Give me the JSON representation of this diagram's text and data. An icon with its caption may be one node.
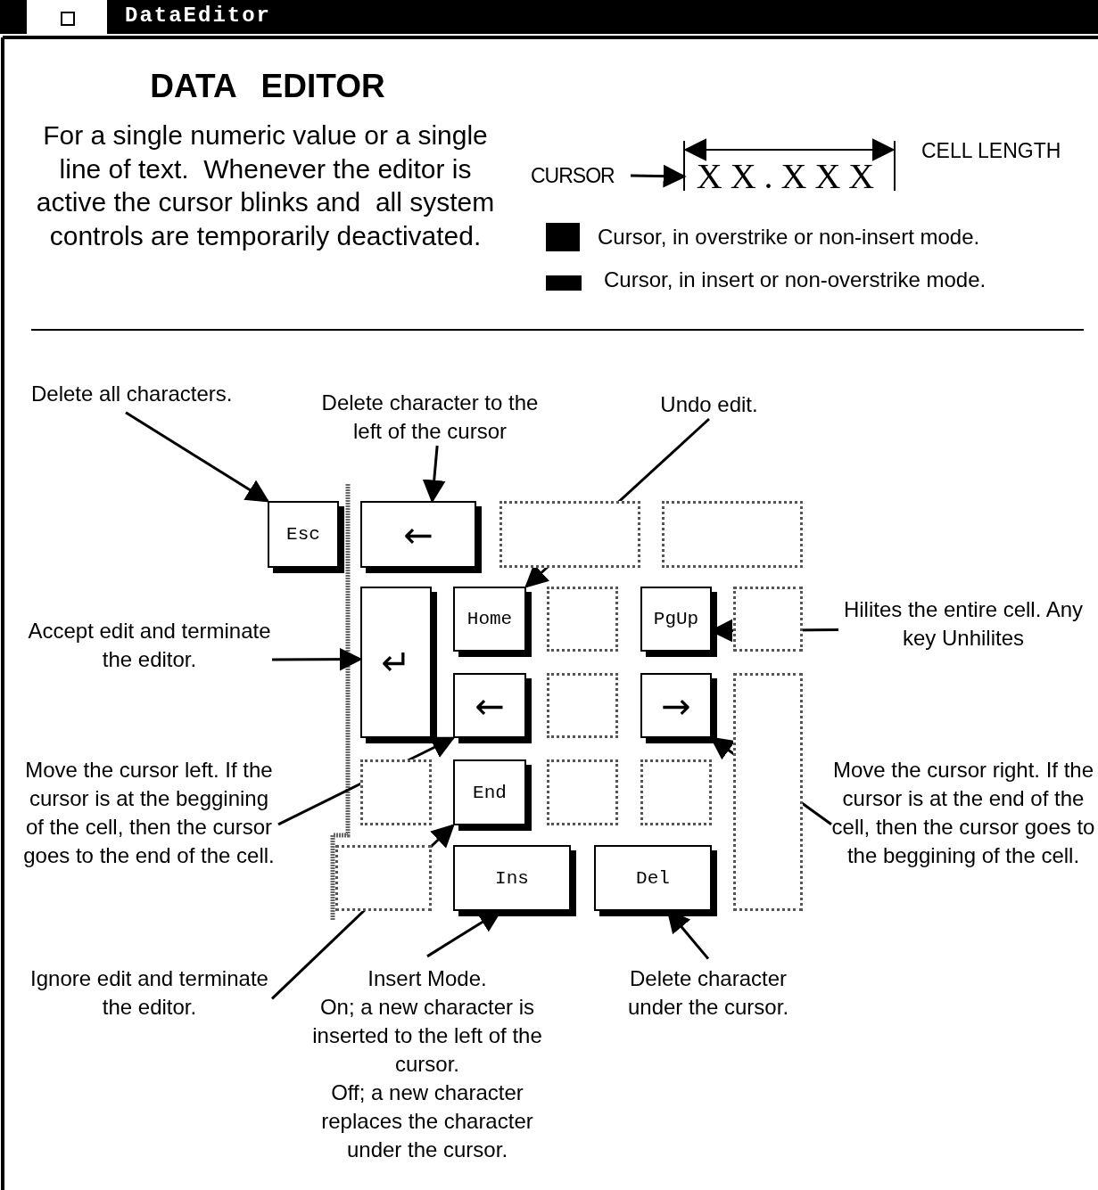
{
  "diagram": {
    "title": "DATA EDITOR",
    "nodes": [
      {
        "text": [
          "CURSOR"
        ]
      },
      {
        "text": [
          "XX.XXX"
        ]
      },
      {
        "text": [
          "Delete all characters."
        ]
      },
      {
        "text": [
          "Delete character to the left of the cursor"
        ]
      },
      {
        "text": [
          "Undo edit."
        ]
      },
      {
        "text": [
          "Esc"
        ]
      },
      {
        "text": [
          "←"
        ]
      },
      {
        "text": [],
        "shape": "box"
      },
      {
        "text": [],
        "shape": "box"
      },
      {
        "text": [
          "↵"
        ]
      },
      {
        "text": [
          "Home"
        ]
      },
      {
        "text": [],
        "shape": "box"
      },
      {
        "text": [
          "PgUp"
        ]
      },
      {
        "text": [],
        "shape": "box"
      },
      {
        "text": [
          "←"
        ]
      },
      {
        "text": [],
        "shape": "box"
      },
      {
        "text": [
          "→"
        ]
      },
      {
        "text": [],
        "shape": "box"
      },
      {
        "text": [],
        "shape": "box"
      },
      {
        "text": [
          "End"
        ]
      },
      {
        "text": [],
        "shape": "box"
      },
      {
        "text": [],
        "shape": "box"
      },
      {
        "text": [],
        "shape": "box"
      },
      {
        "text": [
          "Ins"
        ]
      },
      {
        "text": [
          "Del"
        ]
      },
      {
        "text": [
          "Hilites the entire cell. Any key Unhilites"
        ]
      },
      {
        "text": [
          "Accept edit and terminate the editor."
        ]
      },
      {
        "text": [
          "Move the cursor left. If the cursor is at the beggining of the cell, then the cursor goes to the end of the cell."
        ]
      },
      {
        "text": [
          "Move the cursor right. If the cursor is at the end of the cell, then the cursor goes to the beggining of the cell."
        ]
      },
      {
        "text": [
          "Ignore edit and terminate the editor."
        ]
      },
      {
        "text": [
          "Insert Mode.",
          "On; a new character is inserted to the left of the cursor.",
          "Off; a new character replaces the character under the cursor."
        ]
      },
      {
        "text": [
          "Delete character under the cursor."
        ]
      }
    ],
    "edges": [
      {
        "from": 0,
        "to": 1,
        "arrow": "to"
      },
      {
        "from": 2,
        "to": 5,
        "arrow": "to"
      },
      {
        "from": 3,
        "to": 6,
        "arrow": "to"
      },
      {
        "from": 4,
        "to": 10,
        "arrow": "to"
      },
      {
        "from": 25,
        "to": 12,
        "arrow": "to"
      },
      {
        "from": 26,
        "to": 9,
        "arrow": "to"
      },
      {
        "from": 27,
        "to": 14,
        "arrow": "to"
      },
      {
        "from": 28,
        "to": 16,
        "arrow": "to"
      },
      {
        "from": 29,
        "to": 19,
        "arrow": "to"
      },
      {
        "from": 30,
        "to": 23,
        "arrow": "to"
      },
      {
        "from": 31,
        "to": 24,
        "arrow": "to"
      }
    ],
    "labels": [
      "DataEditor",
      "For a single numeric value or a single line of text.  Whenever the editor is active the cursor blinks and  all system controls are temporarily deactivated.",
      "CELL LENGTH"
    ],
    "legend": [
      {
        "text": "Cursor, in overstrike or non-insert mode.",
        "color": "#000000"
      },
      {
        "text": "Cursor, in insert or non-overstrike mode.",
        "color": "#000000"
      }
    ]
  }
}
